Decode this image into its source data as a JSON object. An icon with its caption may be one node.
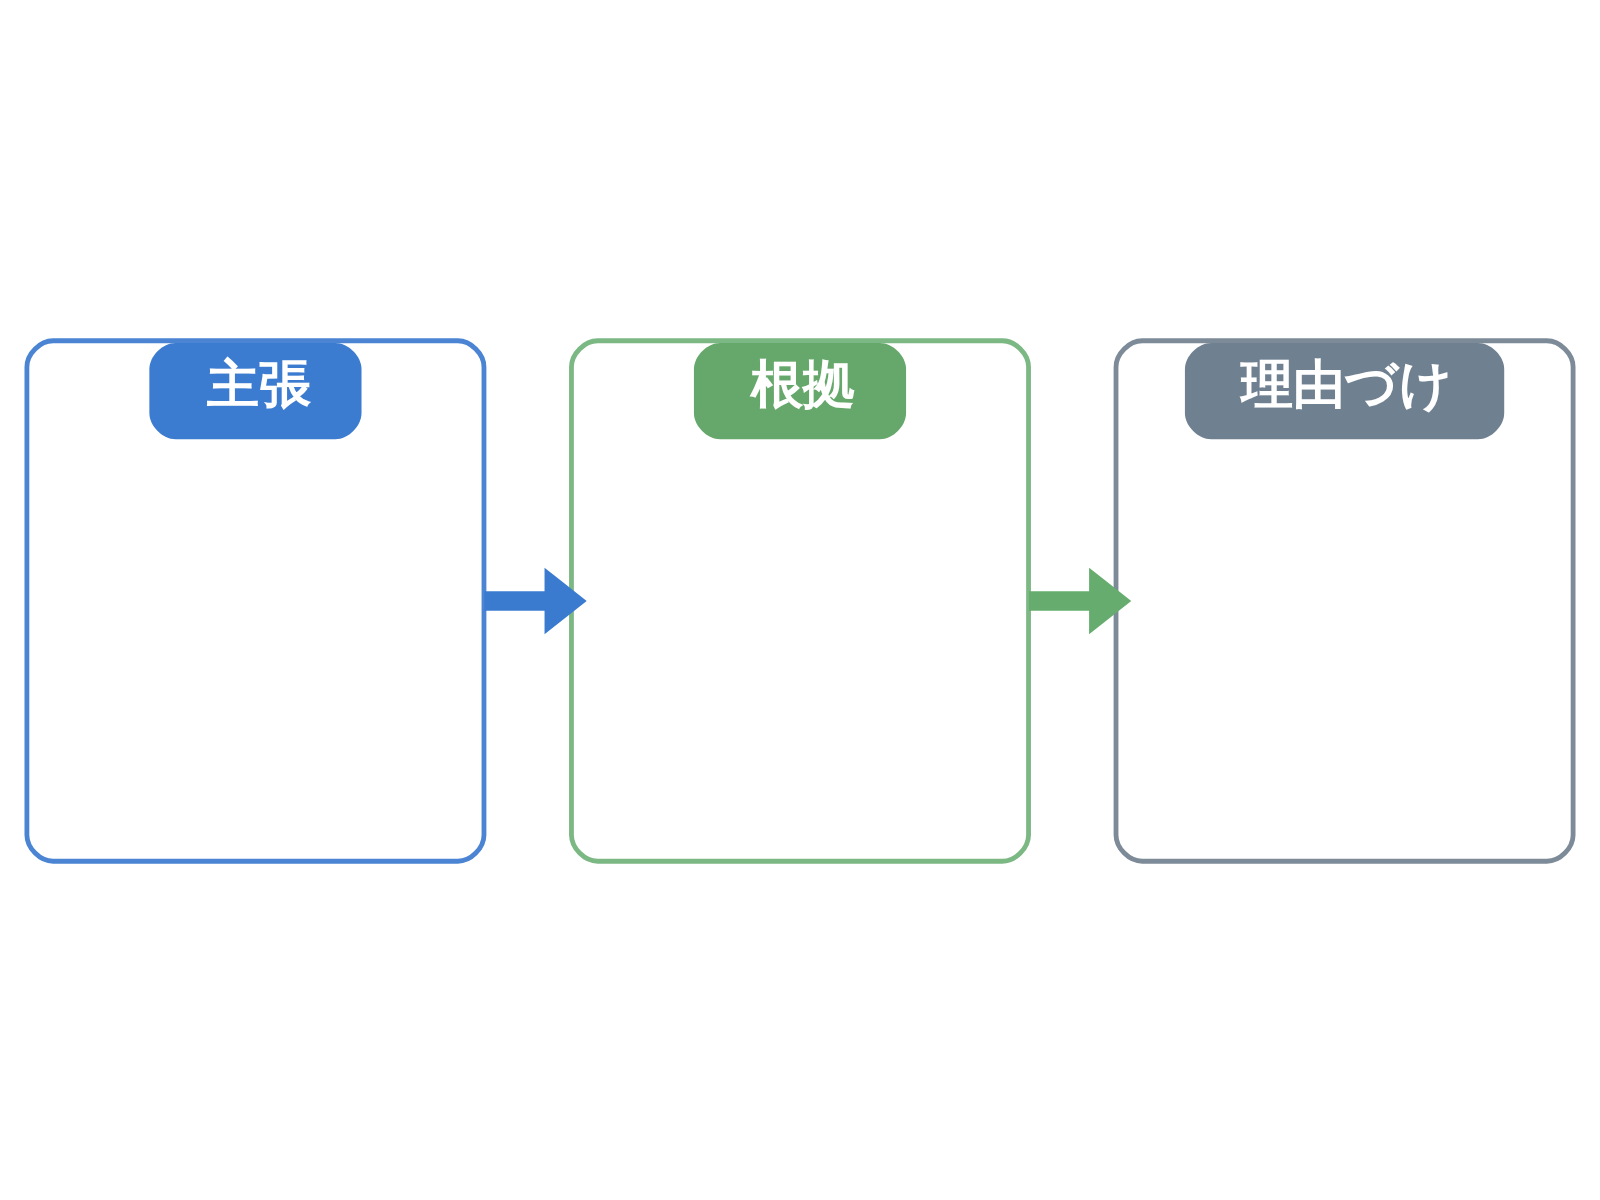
{
  "diagram": {
    "nodes": [
      {
        "text": [
          "主張"
        ]
      },
      {
        "text": [
          "根拠"
        ]
      },
      {
        "text": [
          "理由づけ"
        ]
      }
    ],
    "edges": [
      {
        "from": 0,
        "to": 1,
        "arrow": "to",
        "color": "#3a7bd0"
      },
      {
        "from": 1,
        "to": 2,
        "arrow": "to",
        "color": "#66ac6e"
      }
    ]
  }
}
